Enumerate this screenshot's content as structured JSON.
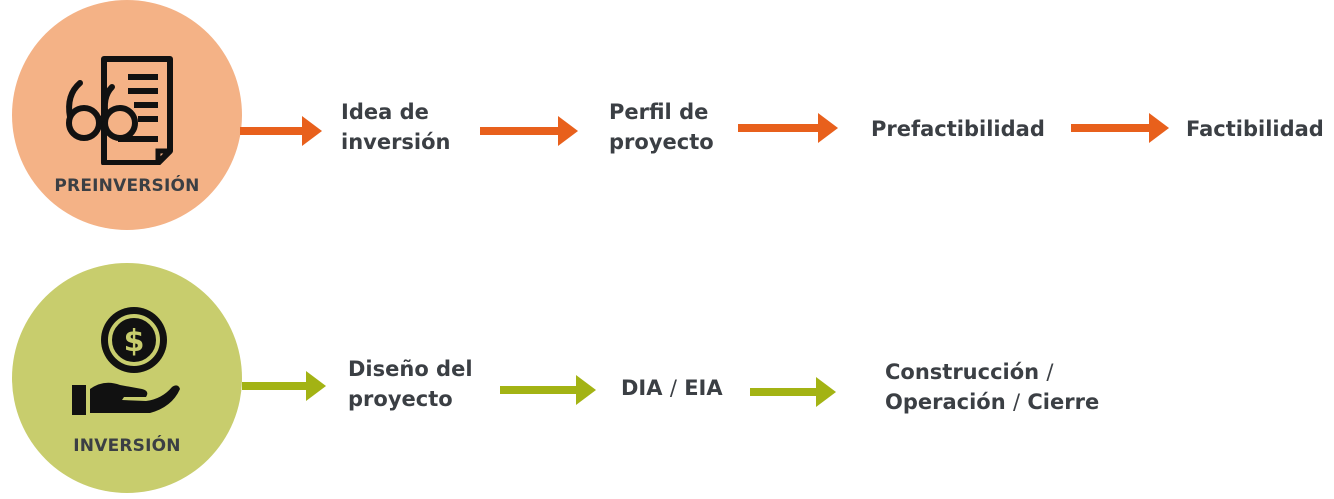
{
  "colors": {
    "preinversion_circle": "#f4b286",
    "inversion_circle": "#c8cd6d",
    "orange_arrow": "#e8601c",
    "green_arrow": "#a3b314",
    "text": "#3b3f44"
  },
  "rows": [
    {
      "stage_label": "PREINVERSIÓN",
      "icon": "document-glasses-icon",
      "steps": [
        {
          "lines": [
            "Idea de",
            "inversión"
          ]
        },
        {
          "lines": [
            "Perfil de",
            "proyecto"
          ]
        },
        {
          "lines": [
            "Prefactibilidad"
          ]
        },
        {
          "lines": [
            "Factibilidad"
          ]
        }
      ]
    },
    {
      "stage_label": "INVERSIÓN",
      "icon": "hand-dollar-coin-icon",
      "steps": [
        {
          "lines": [
            "Diseño del",
            "proyecto"
          ]
        },
        {
          "parts": [
            "DIA",
            "/",
            "EIA"
          ]
        },
        {
          "line1": [
            "Construcción",
            "/"
          ],
          "line2": [
            "Operación",
            "/",
            "Cierre"
          ]
        }
      ]
    }
  ]
}
